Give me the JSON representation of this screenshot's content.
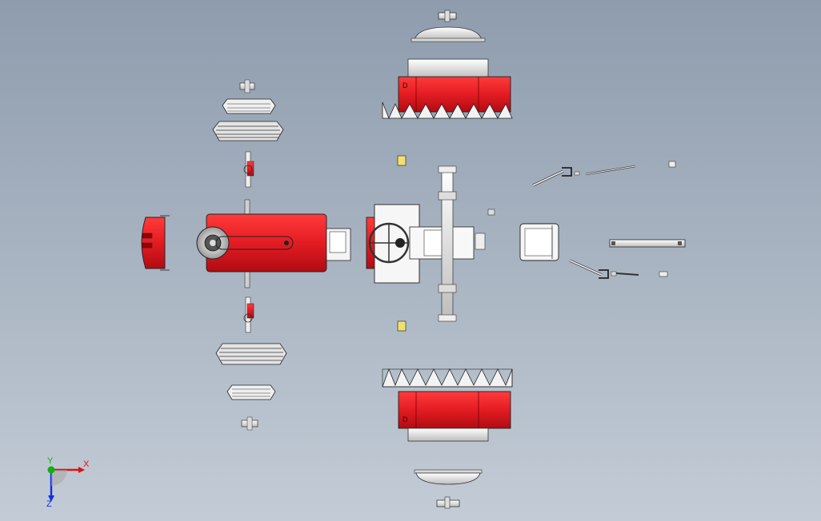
{
  "viewport": {
    "background_top": "#8e9cad",
    "background_bottom": "#c3ccd6"
  },
  "model": {
    "view": "top",
    "explode": true,
    "body_color": "#e31c23",
    "edge_color": "#1a1a1a",
    "metal_color": "#e8e8e8"
  },
  "triad": {
    "x_label": "X",
    "y_label": "Y",
    "z_label": "Z",
    "x_color": "#e01010",
    "y_color": "#10b010",
    "z_color": "#1030e0"
  }
}
